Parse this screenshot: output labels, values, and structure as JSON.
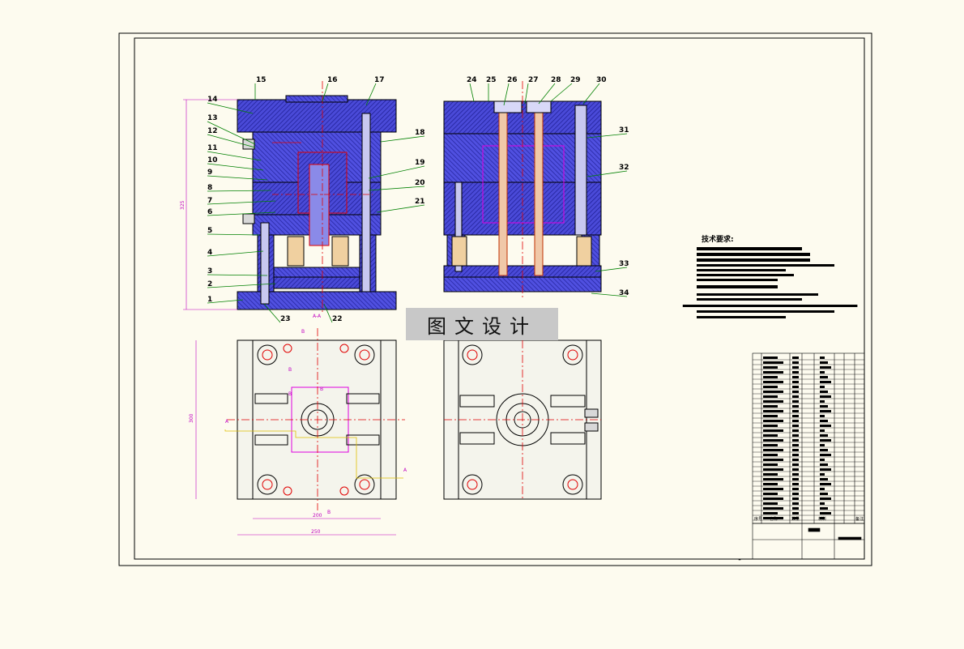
{
  "watermark": "图文设计",
  "section_label": "A-A",
  "tech_title": "技术要求:",
  "view_markers": [
    "A",
    "A",
    "B",
    "B",
    "B",
    "B",
    "B"
  ],
  "dims": {
    "height": "325",
    "plan_height": "300",
    "inner_width": "200",
    "outer_width": "250"
  },
  "callouts_left": [
    "14",
    "13",
    "12",
    "11",
    "10",
    "9",
    "8",
    "7",
    "6",
    "5",
    "4",
    "3",
    "2",
    "1"
  ],
  "callouts_top_left": [
    "15",
    "16",
    "17"
  ],
  "callouts_right_left": [
    "18",
    "19",
    "20",
    "21"
  ],
  "callouts_bottom_left": [
    "23",
    "22"
  ],
  "callouts_top_right": [
    "24",
    "25",
    "26",
    "27",
    "28",
    "29",
    "30"
  ],
  "callouts_right_right": [
    "31",
    "32",
    "33",
    "34"
  ],
  "colors": {
    "hatch": "#3030c0",
    "centerline": "#e00000",
    "dimension": "#c000c0",
    "leader": "#008000",
    "insert": "#e07030"
  },
  "title_block": {
    "header_cells": [
      "序号",
      "名称",
      "数量",
      "材料",
      "备注"
    ]
  }
}
